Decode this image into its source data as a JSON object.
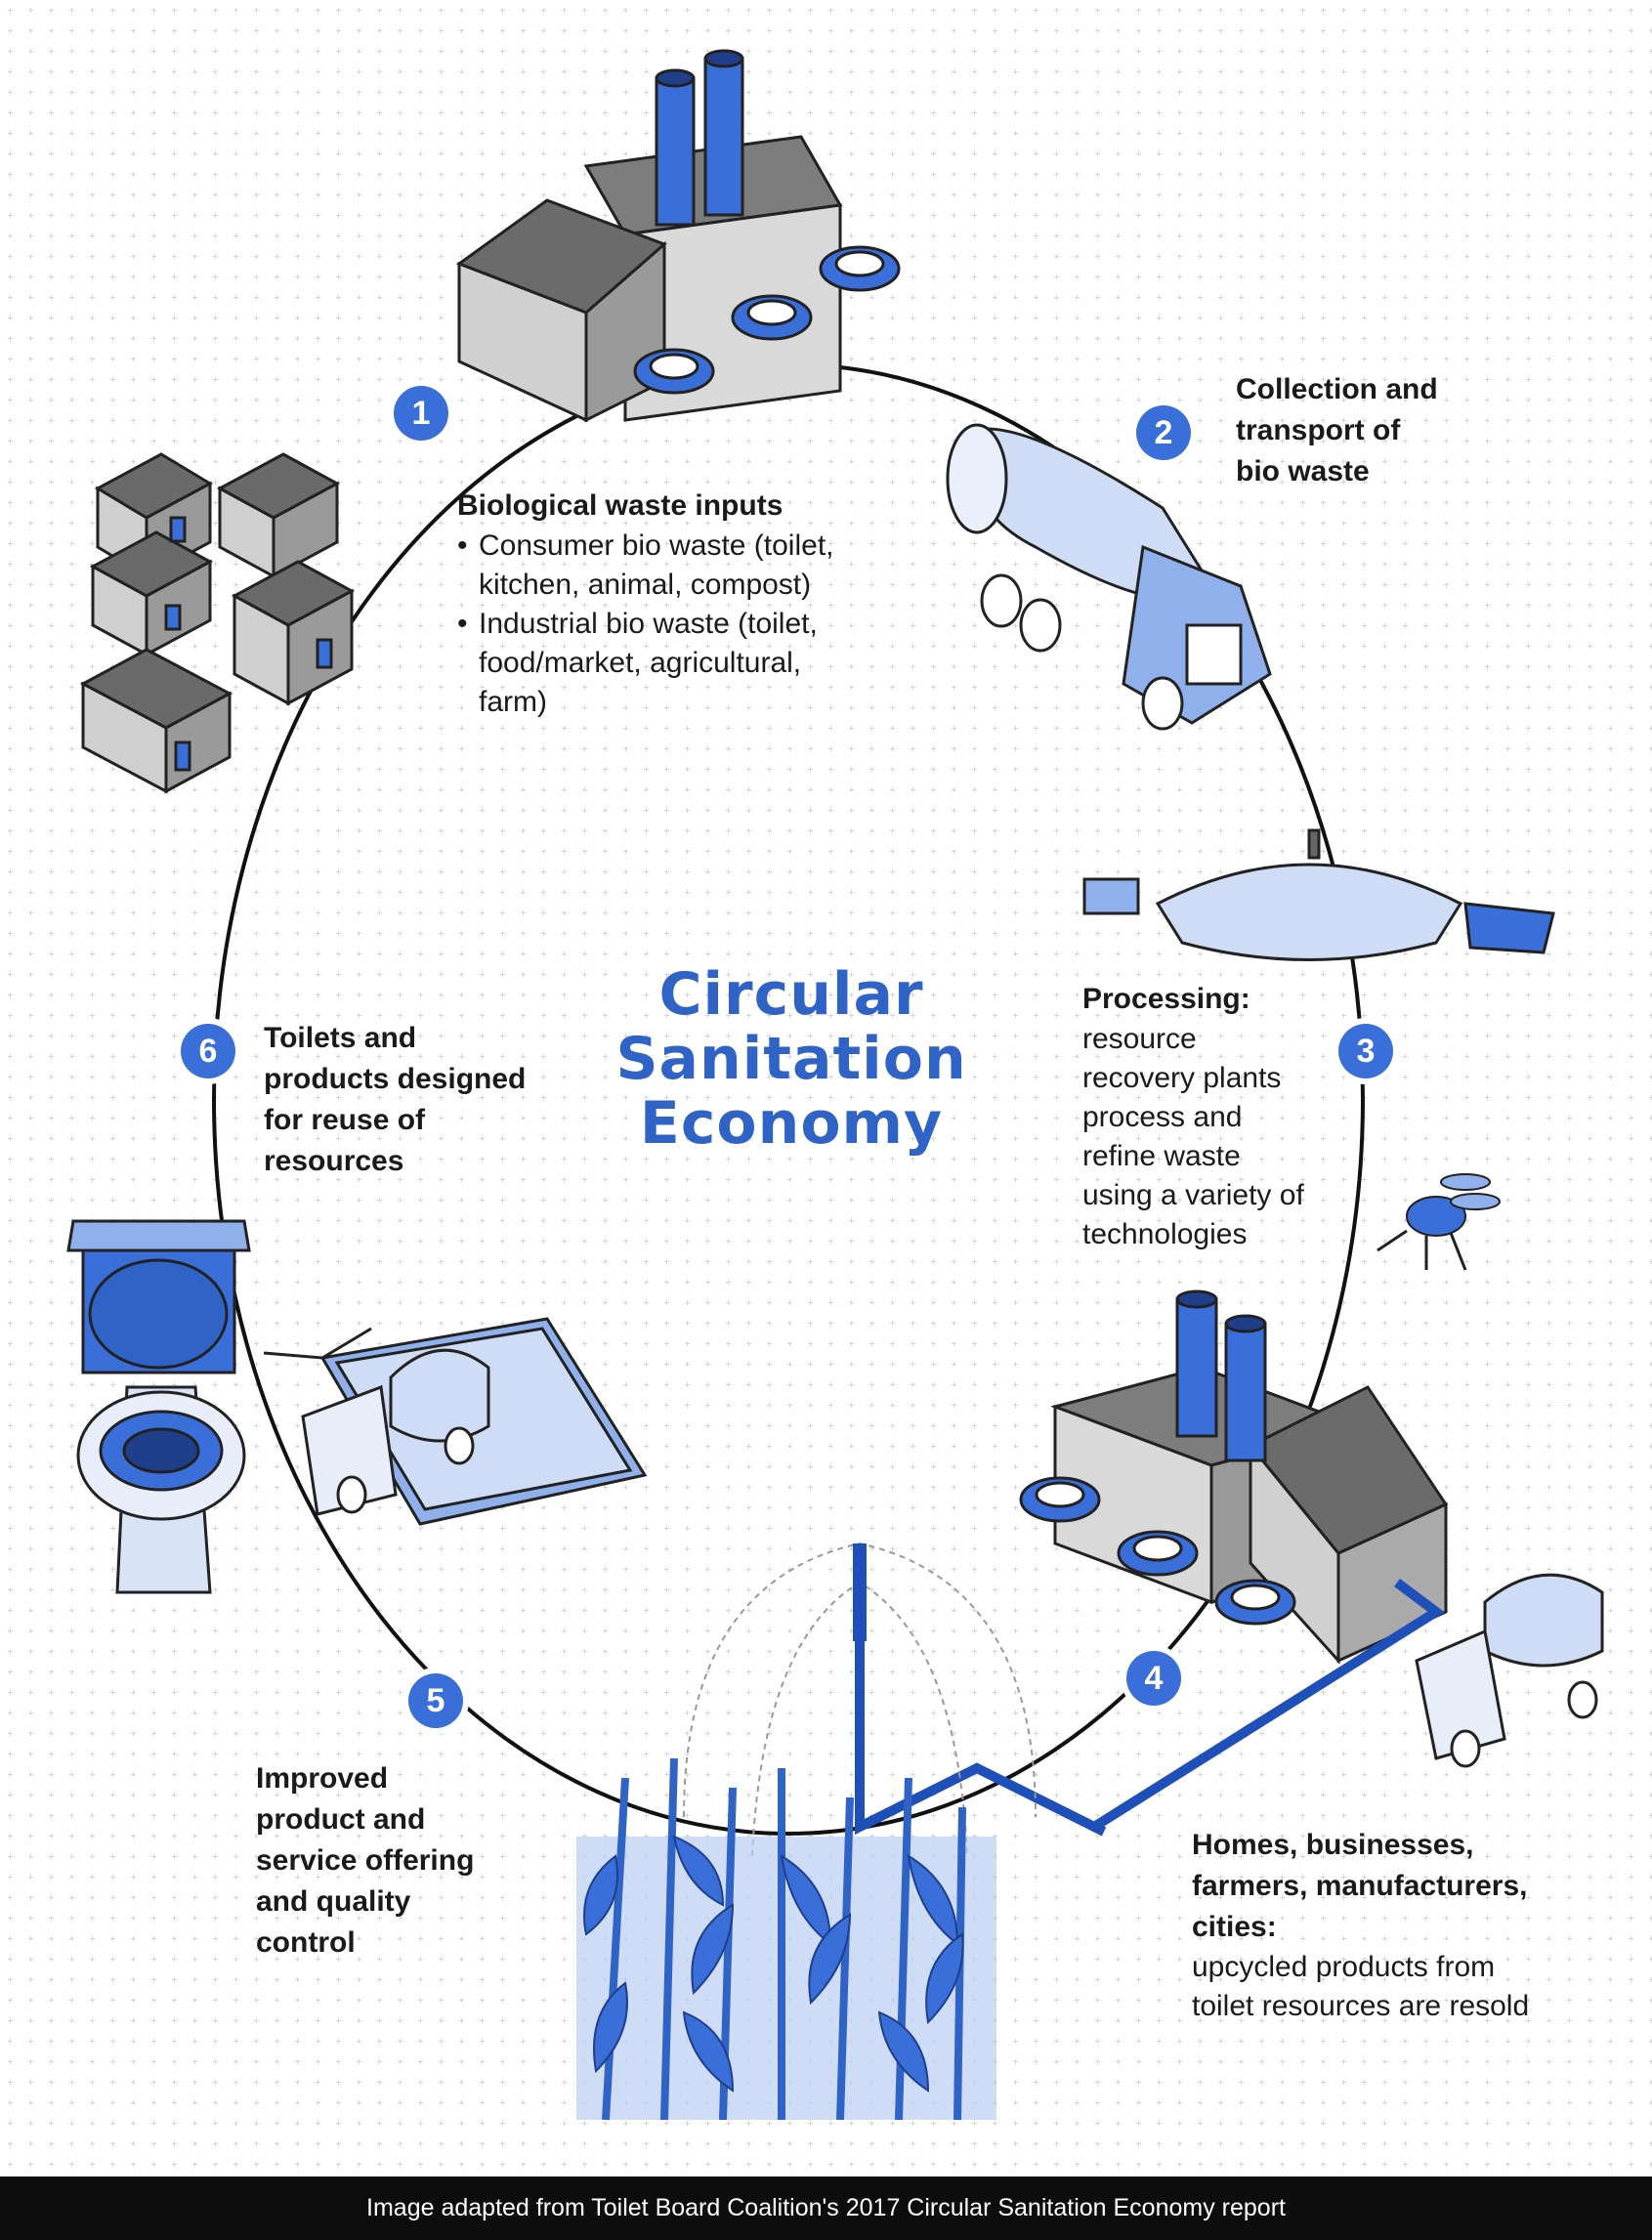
{
  "title": {
    "line1": "Circular",
    "line2": "Sanitation",
    "line3": "Economy"
  },
  "steps": [
    {
      "number": "1",
      "heading": "Biological waste inputs",
      "bullets": [
        "Consumer bio waste (toilet, kitchen, animal, compost)",
        "Industrial bio waste (toilet, food/market, agricultural, farm)"
      ]
    },
    {
      "number": "2",
      "heading": "Collection and transport of bio waste"
    },
    {
      "number": "3",
      "heading": "Processing:",
      "body": "resource recovery plants process and refine waste using a variety of technologies"
    },
    {
      "number": "4",
      "heading": "Homes, businesses, farmers, manufacturers, cities:",
      "body": "upcycled products from toilet resources are resold"
    },
    {
      "number": "5",
      "heading": "Improved product and service offering and quality control"
    },
    {
      "number": "6",
      "heading": "Toilets and products designed for reuse of resources"
    }
  ],
  "footer": "Image adapted from Toilet Board Coalition's 2017 Circular Sanitation Economy report",
  "colors": {
    "accent": "#3a6ed8",
    "title": "#2f63c6",
    "light_blue": "#cfdcf5",
    "grey": "#8a8a8a",
    "dark_grey": "#5a5a5a"
  },
  "icons": [
    "factory-icon",
    "houses-icon",
    "tanker-truck-icon",
    "digester-icon",
    "fly-icon",
    "toilet-icon",
    "clipboard-icon",
    "corn-field-icon",
    "sprinkler-icon"
  ]
}
